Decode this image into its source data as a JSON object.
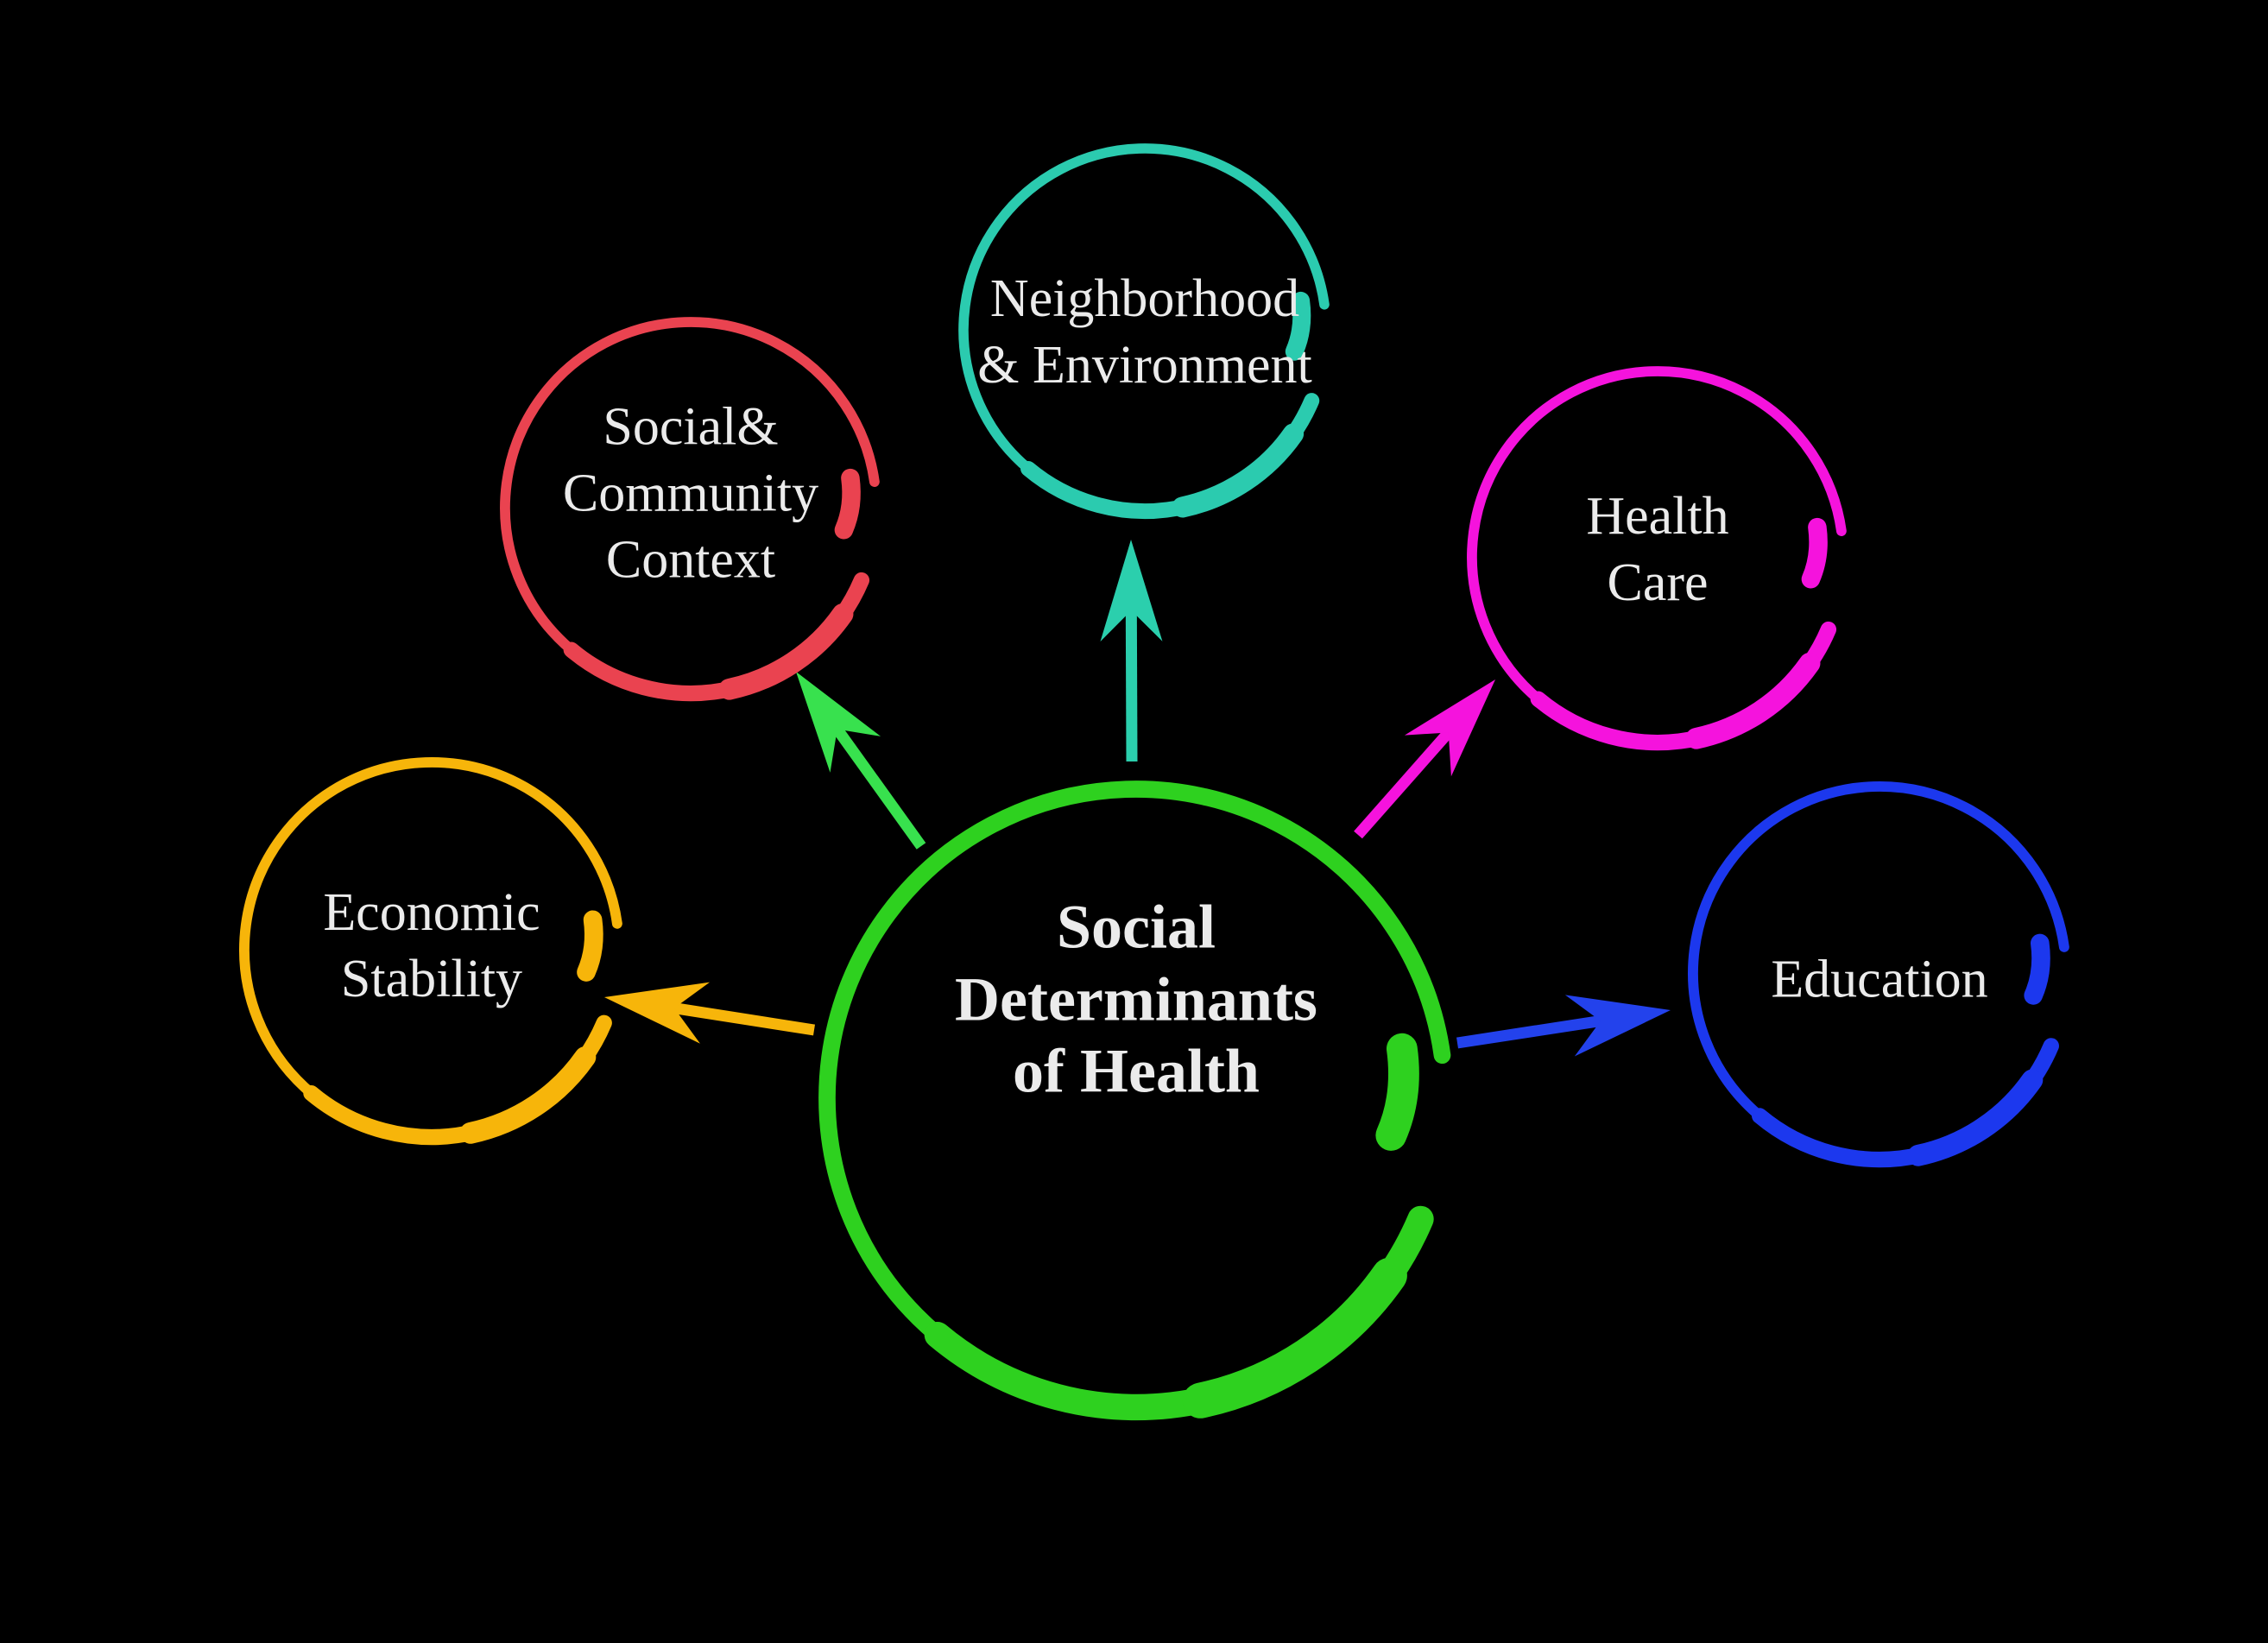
{
  "diagram": {
    "background": "#000000",
    "text_color": "#ebebeb",
    "center": {
      "label": "Social\nDeterminants\nof Health",
      "circle_color": "#2ed11f"
    },
    "nodes": {
      "economic": {
        "label": "Economic\nStability",
        "circle_color": "#f7b50a",
        "arrow_color": "#f7b50a"
      },
      "social": {
        "label": "Social&\nCommunity\nContext",
        "circle_color": "#ea4350",
        "arrow_color": "#38e14e"
      },
      "neighborhood": {
        "label": "Neighborhood\n& Environment",
        "circle_color": "#2bcbaf",
        "arrow_color": "#2bcfad"
      },
      "health": {
        "label": "Health\nCare",
        "circle_color": "#f513dd",
        "arrow_color": "#f513dd"
      },
      "education": {
        "label": "Education",
        "circle_color": "#1c38ee",
        "arrow_color": "#2342ec"
      }
    }
  }
}
